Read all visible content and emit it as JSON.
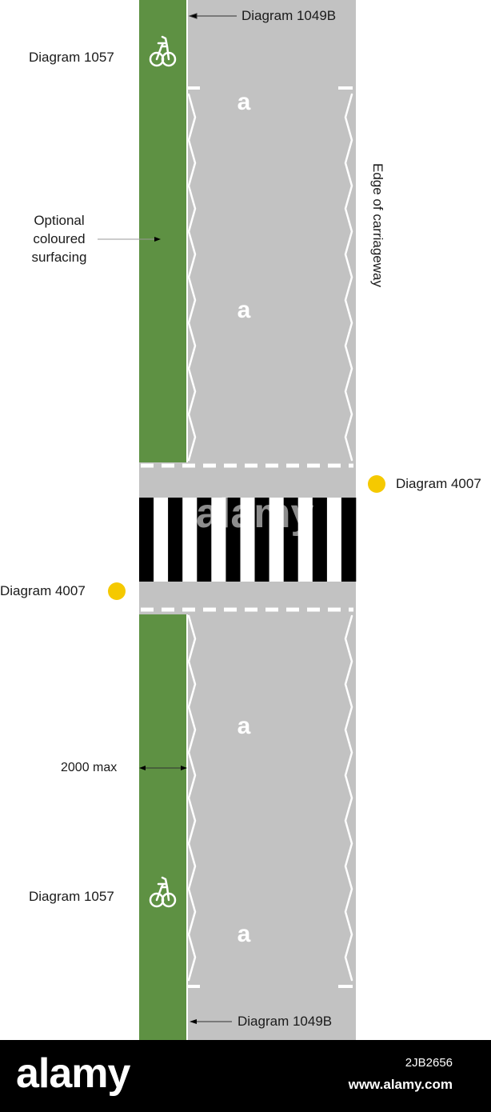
{
  "labels": {
    "diagram_1049b_top": "Diagram 1049B",
    "diagram_1057_top": "Diagram 1057",
    "optional_surfacing": "Optional\ncoloured\nsurfacing",
    "edge_of_carriageway": "Edge of carriageway",
    "diagram_4007_right": "Diagram 4007",
    "diagram_4007_left": "Diagram 4007",
    "max_width": "2000 max",
    "diagram_1057_bottom": "Diagram 1057",
    "diagram_1049b_bottom": "Diagram 1049B"
  },
  "colors": {
    "cycle_lane": "#5e9143",
    "carriageway": "#c2c2c2",
    "beacon": "#f5c900",
    "stripe_dark": "#000000",
    "marking": "#ffffff"
  },
  "footer": {
    "brand": "alamy",
    "image_id": "2JB2656",
    "url": "www.alamy.com"
  },
  "watermark": "alamy"
}
